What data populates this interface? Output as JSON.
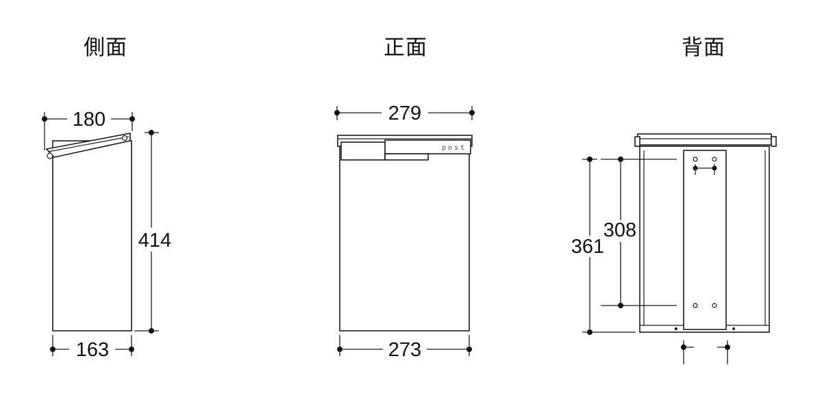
{
  "views": {
    "side": {
      "title": "側面",
      "dim_top": "180",
      "dim_bottom": "163",
      "dim_height": "414"
    },
    "front": {
      "title": "正面",
      "dim_top": "279",
      "dim_bottom": "273",
      "flap_label": "post"
    },
    "back": {
      "title": "背面",
      "dim_outer": "361",
      "dim_inner": "308"
    }
  }
}
